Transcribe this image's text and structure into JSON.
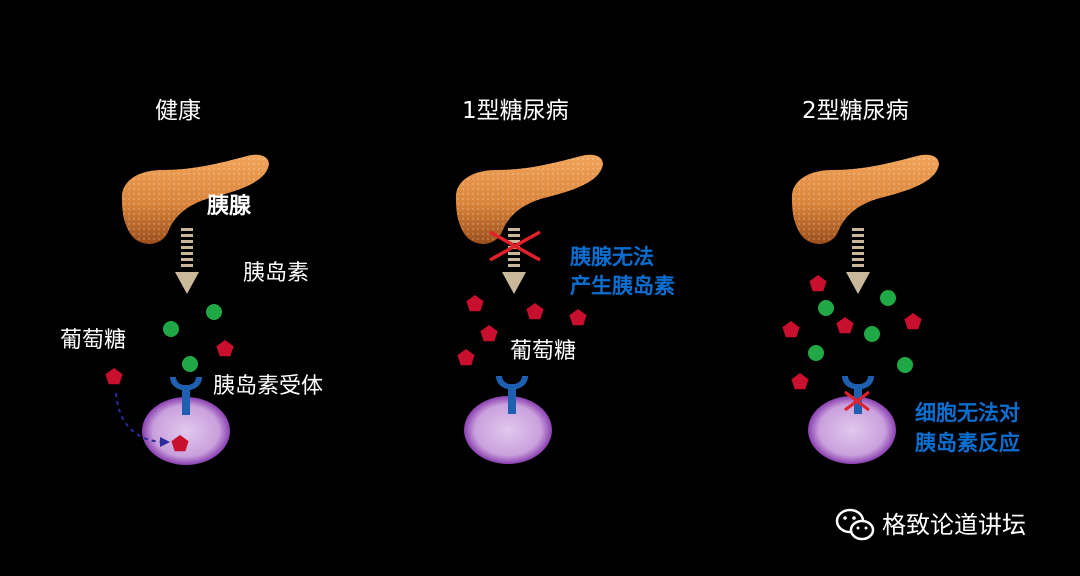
{
  "panels": {
    "healthy": {
      "title": "健康",
      "pancreas_label": "胰腺",
      "insulin_label": "胰岛素",
      "glucose_label": "葡萄糖",
      "receptor_label": "胰岛素受体"
    },
    "type1": {
      "title": "1型糖尿病",
      "note_line1": "胰腺无法",
      "note_line2": "产生胰岛素",
      "glucose_label": "葡萄糖"
    },
    "type2": {
      "title": "2型糖尿病",
      "note_line1": "细胞无法对",
      "note_line2": "胰岛素反应"
    }
  },
  "watermark": {
    "icon": "wechat-icon",
    "text": "格致论道讲坛"
  },
  "colors": {
    "background": "#000000",
    "insulin": "#1fa845",
    "glucose": "#c8102e",
    "receptor": "#1f5fb0",
    "cell": "#c9a0dc",
    "block_x": "#e0202a",
    "note_text": "#0a6fd0",
    "pancreas": "#d9843a"
  }
}
